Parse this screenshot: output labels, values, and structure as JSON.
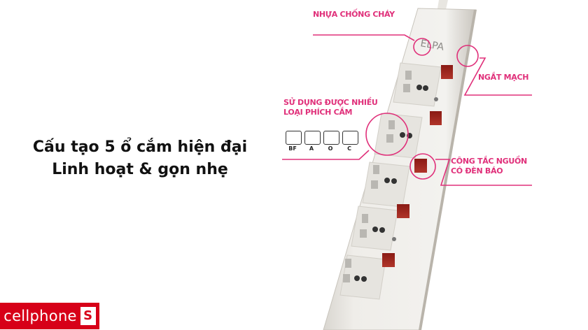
{
  "headline": {
    "line1": "Cấu tạo 5 ổ cắm hiện đại",
    "line2": "Linh hoạt & gọn nhẹ"
  },
  "logo": {
    "text": "cellphone",
    "mark": "S",
    "color": "#d70018"
  },
  "product": {
    "brand": "ELPA",
    "outlet_count": 5
  },
  "callouts": {
    "fire_resistant": "NHỰA CHỐNG CHÁY",
    "breaker": "NGẮT MẠCH",
    "multi_plug_line1": "SỬ DỤNG ĐƯỢC NHIỀU",
    "multi_plug_line2": "LOẠI PHÍCH CẮM",
    "switch_line1": "CÔNG TẮC NGUỒN",
    "switch_line2": "CÓ ĐÈN BÁO",
    "accent_color": "#e0307a"
  },
  "plug_types": [
    {
      "label": "BF"
    },
    {
      "label": "A"
    },
    {
      "label": "O"
    },
    {
      "label": "C"
    }
  ]
}
